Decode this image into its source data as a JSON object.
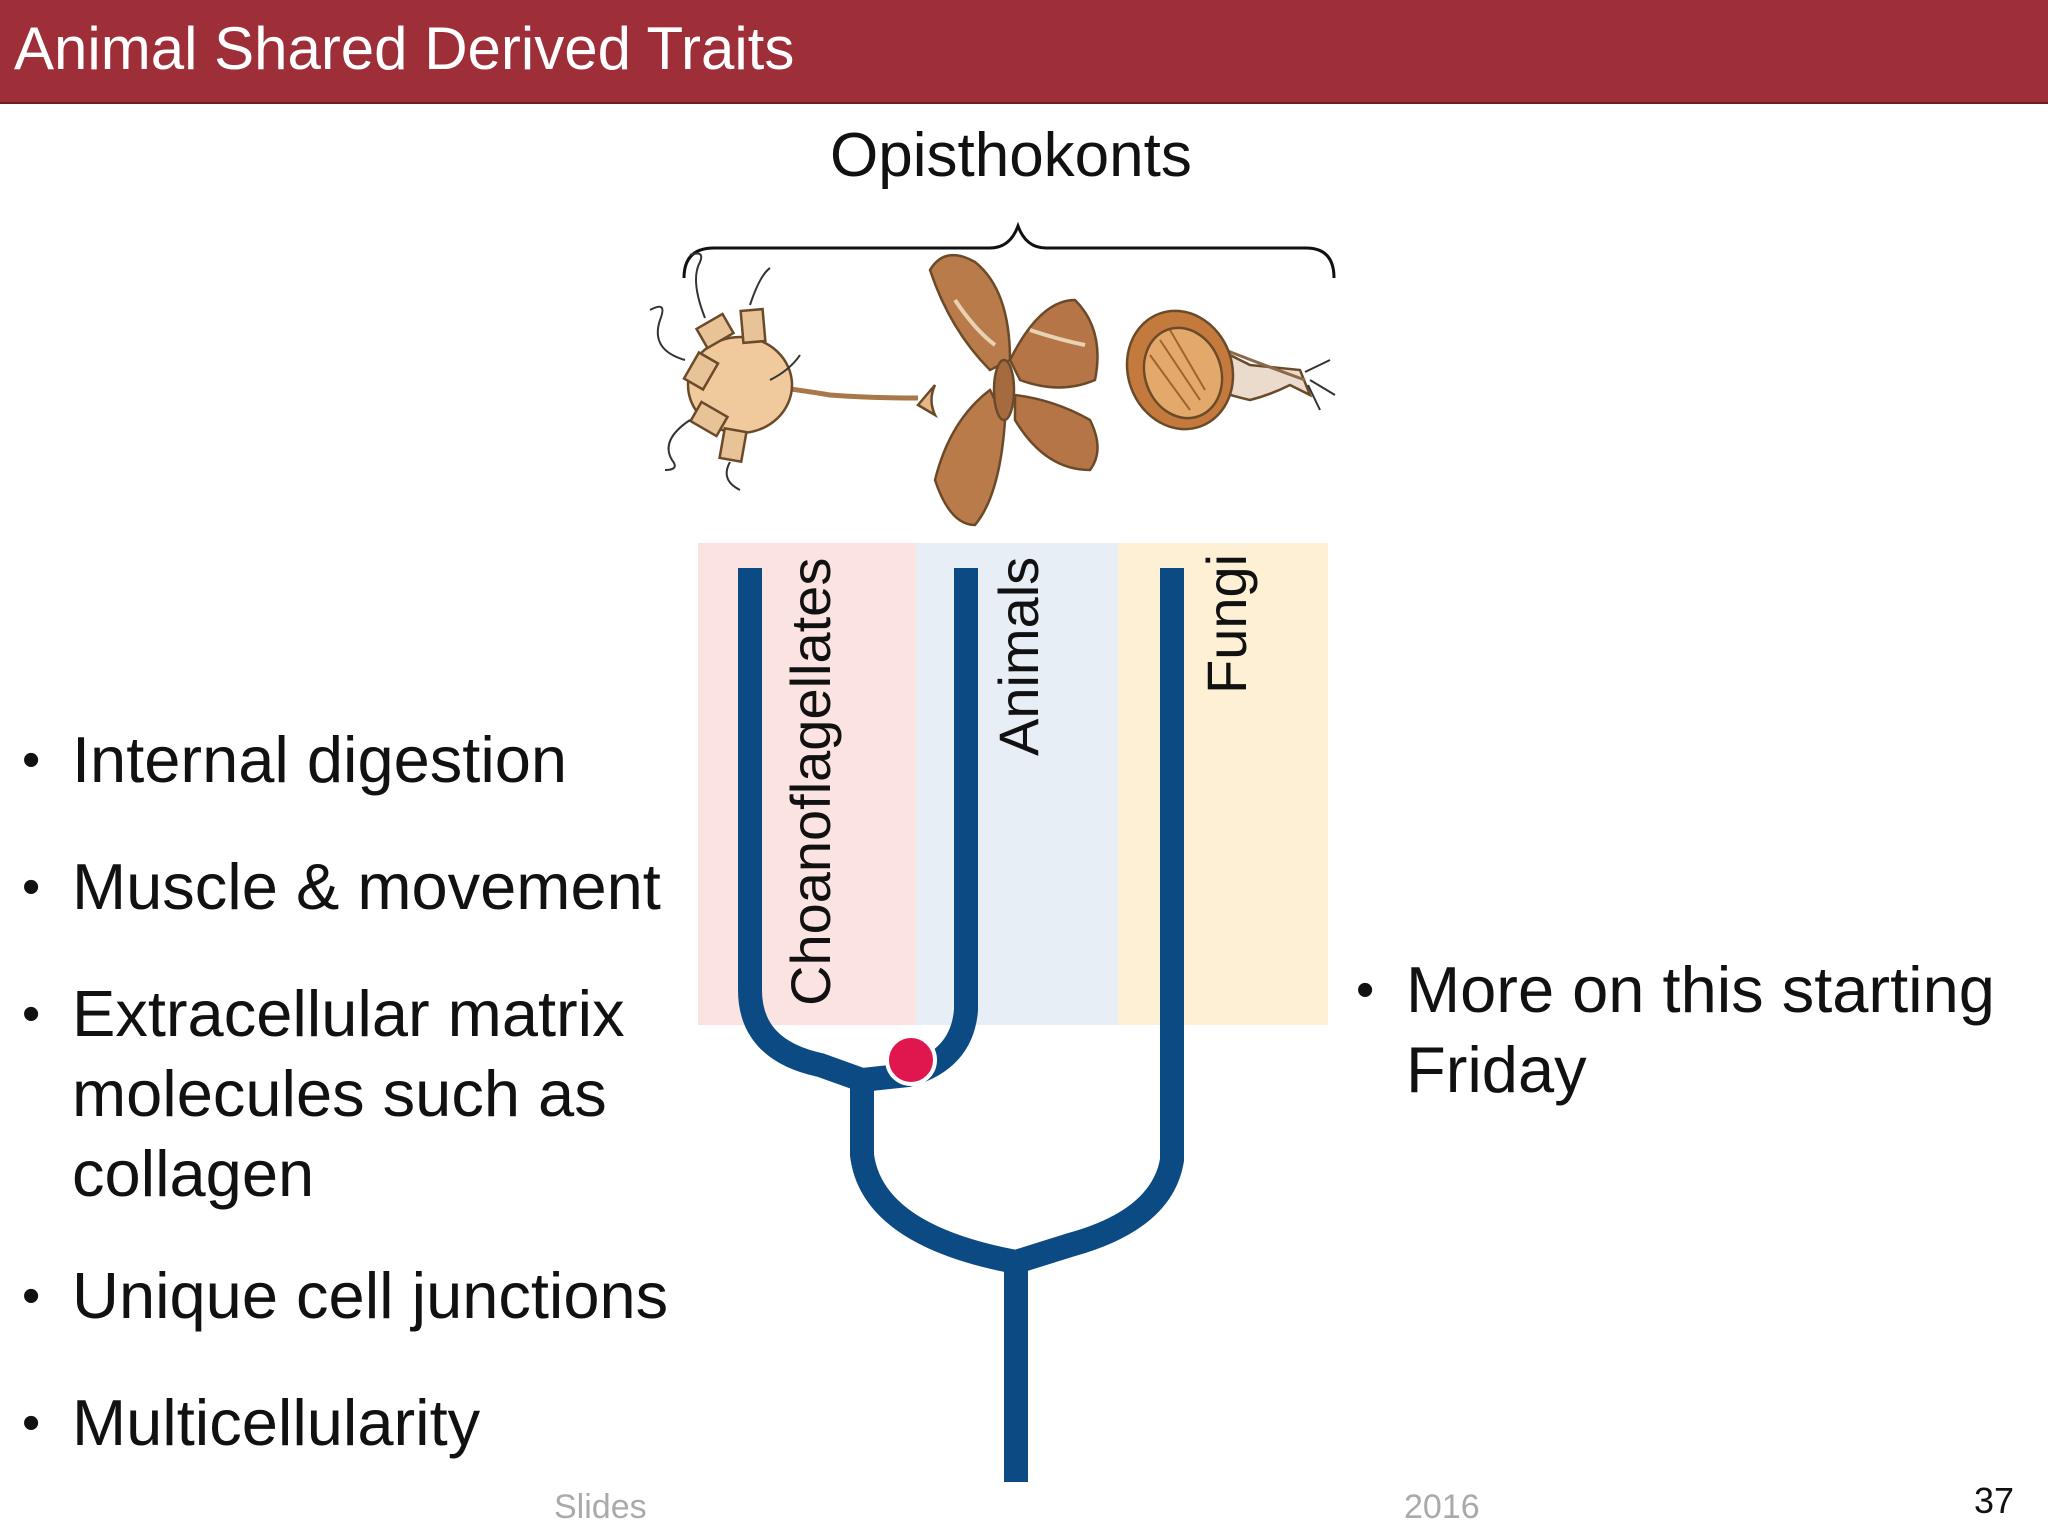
{
  "header": {
    "title": "Animal Shared Derived Traits"
  },
  "diagram": {
    "clade_label": "Opisthokonts",
    "taxa": [
      "Choanoflagellates",
      "Animals",
      "Fungi"
    ],
    "colors": {
      "branch": "#0b4a82",
      "synapomorphy_dot": "#e0174f",
      "choanoflagellates_bg": "#fbe3e1",
      "animals_bg": "#e8eef6",
      "fungi_bg": "#fdf0d5"
    },
    "illustrations": [
      "choanoflagellate-illustration",
      "moth-illustration",
      "mushroom-illustration"
    ]
  },
  "traits": [
    "Internal digestion",
    "Muscle & movement",
    "Extracellular matrix molecules such as collagen",
    "Unique cell junctions",
    "Multicellularity"
  ],
  "note": "More on this starting Friday",
  "footer": {
    "left": "Slides",
    "right": "2016",
    "page": "37"
  }
}
